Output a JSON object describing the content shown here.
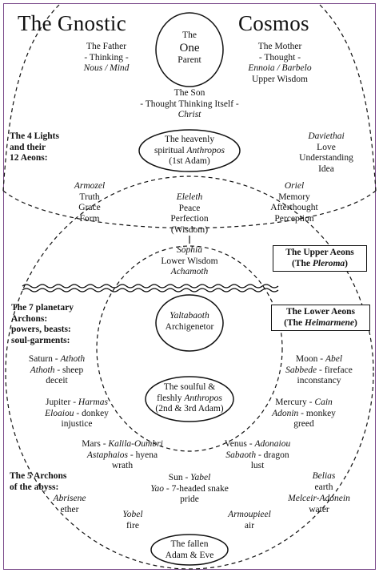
{
  "title_left": "The Gnostic",
  "title_right": "Cosmos",
  "one": {
    "the": "The",
    "one": "One",
    "parent": "Parent"
  },
  "father": {
    "line1": "The Father",
    "line2": "- Thinking -",
    "line3": "Nous / Mind"
  },
  "mother": {
    "line1": "The Mother",
    "line2": "- Thought -",
    "line3": "Ennoia / Barbelo",
    "line4": "Upper Wisdom"
  },
  "son": {
    "line1": "The Son",
    "line2": "- Thought Thinking Itself -",
    "line3": "Christ"
  },
  "anthropos": {
    "line1": "The heavenly",
    "line2a": "spiritual",
    "line2b": "Anthropos",
    "line3": "(1st Adam)"
  },
  "lights": {
    "line1": "The 4 Lights",
    "line2": "and their",
    "line3": "12 Aeons:"
  },
  "daviethai": {
    "name": "Daviethai",
    "l2": "Love",
    "l3": "Understanding",
    "l4": "Idea"
  },
  "armozel": {
    "name": "Armozel",
    "l2": "Truth",
    "l3": "Grace",
    "l4": "Form"
  },
  "eleleth": {
    "name": "Eleleth",
    "l2": "Peace",
    "l3": "Perfection",
    "l4": "(Wisdom)"
  },
  "oriel": {
    "name": "Oriel",
    "l2": "Memory",
    "l3": "Afterthought",
    "l4": "Perception"
  },
  "sophia": {
    "name": "Sophia",
    "l2": "Lower Wisdom",
    "l3": "Achamoth"
  },
  "upper_aeons": {
    "line1": "The Upper Aeons",
    "line2a": "(The",
    "line2b": "Pleroma",
    "line2c": ")"
  },
  "lower_aeons": {
    "line1": "The Lower Aeons",
    "line2a": "(The",
    "line2b": "Heimarmene",
    "line2c": ")"
  },
  "planetary": {
    "line1": "The 7 planetary",
    "line2": "Archons:",
    "line3": "powers, beasts:",
    "line4": "soul-garments:"
  },
  "yaltabaoth": {
    "name": "Yaltabaoth",
    "l2": "Archigenetor"
  },
  "saturn": {
    "a": "Saturn -",
    "b": "Athoth",
    "c": "Athoth",
    "d": "- sheep",
    "e": "deceit"
  },
  "moon": {
    "a": "Moon -",
    "b": "Abel",
    "c": "Sabbede",
    "d": "- fireface",
    "e": "inconstancy"
  },
  "soulful": {
    "line1": "The soulful &",
    "line2a": "fleshly",
    "line2b": "Anthropos",
    "line3": "(2nd & 3rd Adam)"
  },
  "jupiter": {
    "a": "Jupiter -",
    "b": "Harmas",
    "c": "Eloaiou",
    "d": "- donkey",
    "e": "injustice"
  },
  "mercury": {
    "a": "Mercury -",
    "b": "Cain",
    "c": "Adonin",
    "d": "- monkey",
    "e": "greed"
  },
  "mars": {
    "a": "Mars -",
    "b": "Kalila-Oumbri",
    "c": "Astaphaios",
    "d": "- hyena",
    "e": "wrath"
  },
  "venus": {
    "a": "Venus -",
    "b": "Adonaiou",
    "c": "Sabaoth",
    "d": "- dragon",
    "e": "lust"
  },
  "sun": {
    "a": "Sun -",
    "b": "Yabel",
    "c": "Yao",
    "d": "- 7-headed snake",
    "e": "pride"
  },
  "abyss": {
    "line1": "The 5 Archons",
    "line2": "of the abyss:"
  },
  "belias": {
    "name": "Belias",
    "l2": "earth"
  },
  "abrisene": {
    "name": "Abrisene",
    "l2": "ether"
  },
  "melceir": {
    "name": "Melceir-Adonein",
    "l2": "water"
  },
  "yobel": {
    "name": "Yobel",
    "l2": "fire"
  },
  "armoupieel": {
    "name": "Armoupieel",
    "l2": "air"
  },
  "fallen": {
    "line1": "The fallen",
    "line2": "Adam & Eve"
  }
}
